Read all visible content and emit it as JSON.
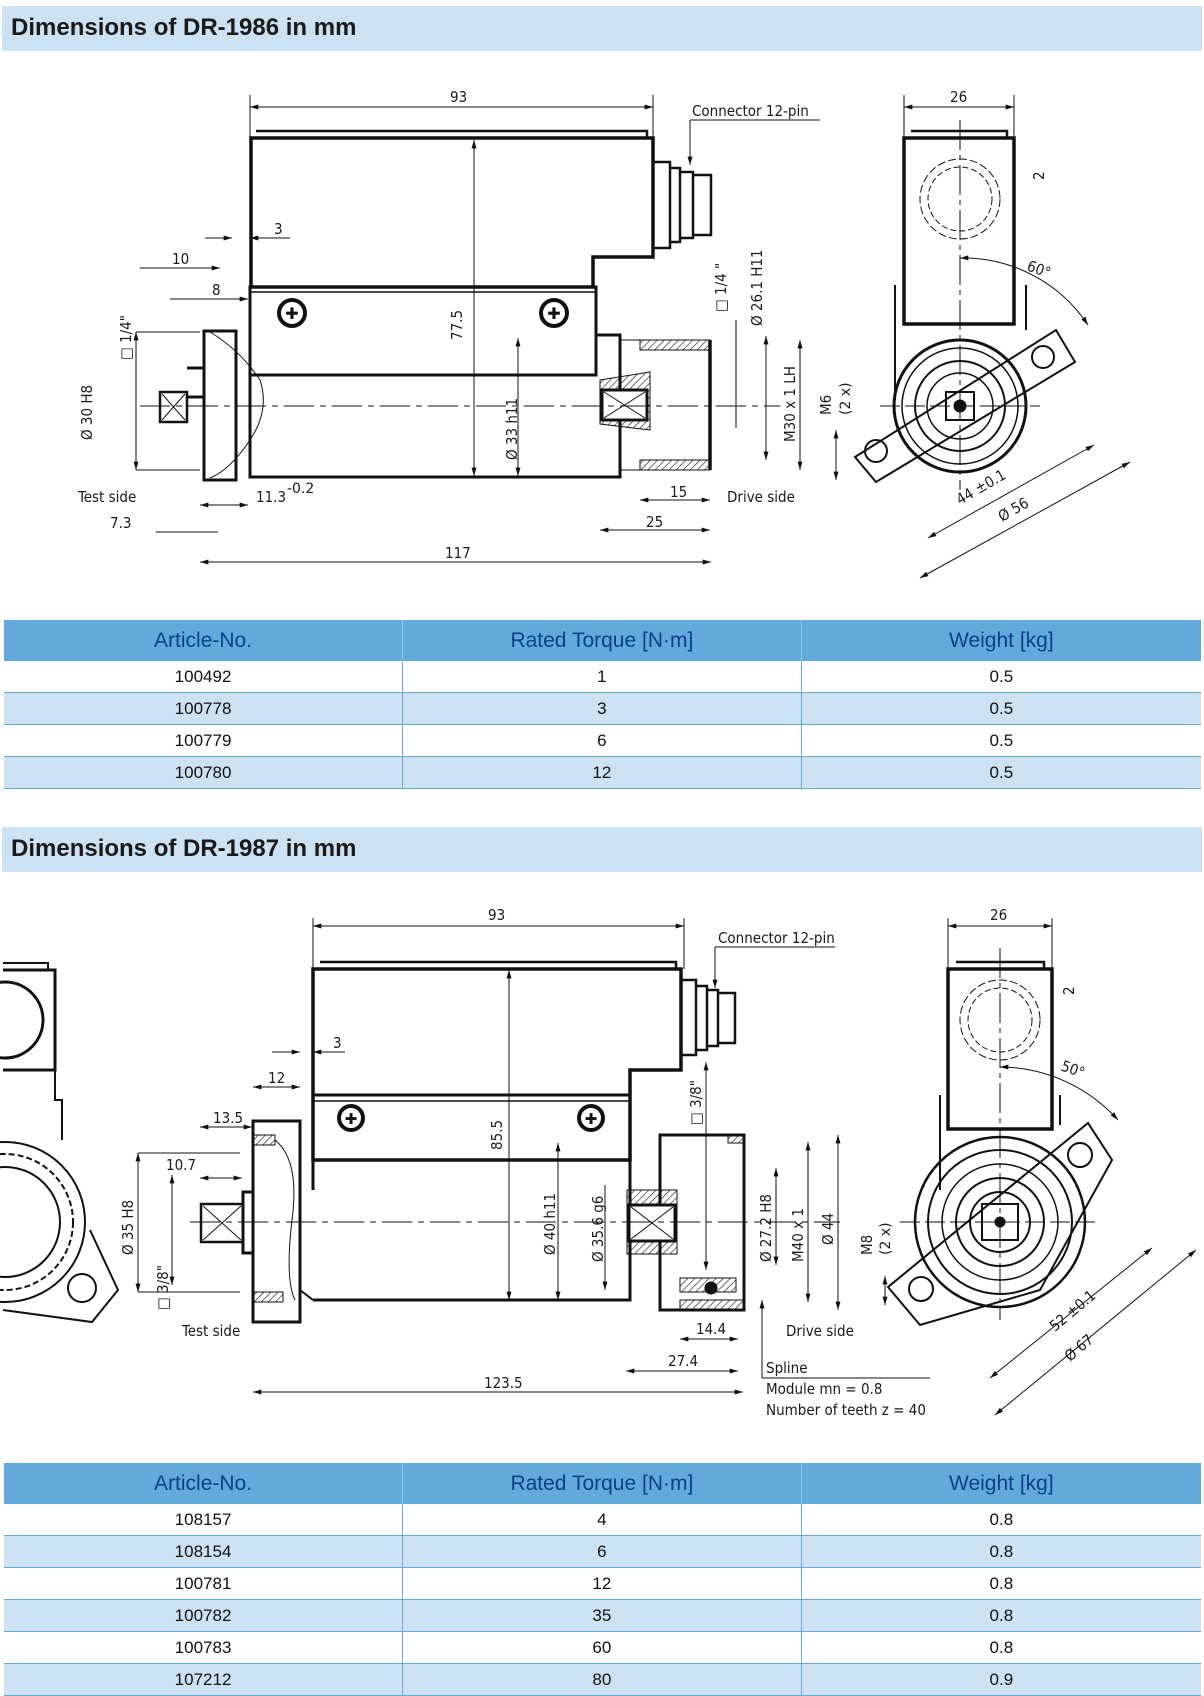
{
  "sections": [
    {
      "title": "Dimensions of DR-1986 in mm",
      "drawing": {
        "labels": {
          "connector": "Connector 12-pin",
          "test_side": "Test side",
          "drive_side": "Drive side",
          "angle": "60°",
          "mount_thread": "M6",
          "mount_count": "(2 x)"
        },
        "dimensions": {
          "housing_length": "93",
          "overall_length": "117",
          "housing_height": "77.5",
          "flange_step": "3",
          "d10": "10",
          "d8": "8",
          "square_in": "□ 1/4\"",
          "bore_test": "Ø 30 H8",
          "shaft_dia": "Ø 33 h11",
          "d11_3": "11.3",
          "d11_3_tol": "-0.2",
          "d7_3": "7.3",
          "square_out": "□ 1/4 \"",
          "bore_drive": "Ø 26.1 H11",
          "thread_drive": "M30 x 1 LH",
          "d15": "15",
          "d25": "25",
          "width": "26",
          "top_offset": "2",
          "hole_spacing": "44 ±0.1",
          "flange_dia": "Ø 56"
        }
      },
      "table": {
        "headers": [
          "Article-No.",
          "Rated Torque [N·m]",
          "Weight [kg]"
        ],
        "rows": [
          [
            "100492",
            "1",
            "0.5"
          ],
          [
            "100778",
            "3",
            "0.5"
          ],
          [
            "100779",
            "6",
            "0.5"
          ],
          [
            "100780",
            "12",
            "0.5"
          ]
        ]
      }
    },
    {
      "title": "Dimensions of DR-1987 in mm",
      "drawing": {
        "labels": {
          "connector": "Connector 12-pin",
          "test_side": "Test side",
          "drive_side": "Drive side",
          "angle": "50°",
          "mount_thread": "M8",
          "mount_count": "(2 x)",
          "spline_title": "Spline",
          "spline_module": "Module mn = 0.8",
          "spline_teeth": "Number of teeth z = 40"
        },
        "dimensions": {
          "housing_length": "93",
          "overall_length": "123.5",
          "housing_height": "85.5",
          "flange_step": "3",
          "d12": "12",
          "d13_5": "13.5",
          "d10_7": "10.7",
          "bore_test": "Ø 35 H8",
          "square_in": "□ 3/8\"",
          "shaft_dia": "Ø 40 h11",
          "inner_dia": "Ø 35.6 g6",
          "square_out": "□ 3/8\"",
          "bore_drive": "Ø 27.2 H8",
          "thread_drive": "M40 x 1",
          "outer_dia": "Ø 44",
          "d14_4": "14.4",
          "d27_4": "27.4",
          "width": "26",
          "top_offset": "2",
          "hole_spacing": "52 ±0.1",
          "flange_dia": "Ø 67"
        }
      },
      "table": {
        "headers": [
          "Article-No.",
          "Rated Torque [N·m]",
          "Weight [kg]"
        ],
        "rows": [
          [
            "108157",
            "4",
            "0.8"
          ],
          [
            "108154",
            "6",
            "0.8"
          ],
          [
            "100781",
            "12",
            "0.8"
          ],
          [
            "100782",
            "35",
            "0.8"
          ],
          [
            "100783",
            "60",
            "0.8"
          ],
          [
            "107212",
            "80",
            "0.9"
          ]
        ]
      }
    }
  ]
}
